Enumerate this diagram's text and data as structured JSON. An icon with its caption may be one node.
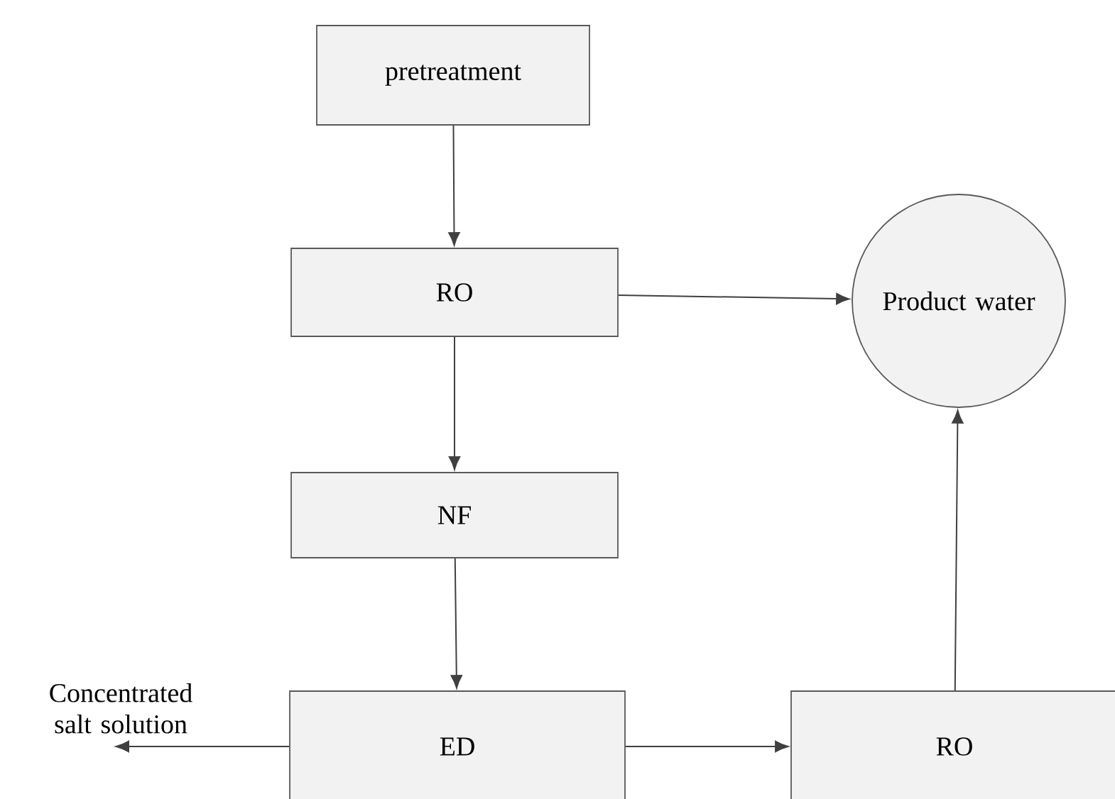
{
  "diagram": {
    "nodes": [
      {
        "text": [
          "pretreatment"
        ]
      },
      {
        "text": [
          "RO"
        ]
      },
      {
        "text": [
          "Product water"
        ]
      },
      {
        "text": [
          "NF"
        ]
      },
      {
        "text": [
          "ED"
        ]
      },
      {
        "text": [
          "RO"
        ]
      }
    ],
    "edges": [
      {
        "from": 0,
        "to": 1,
        "arrow": "to"
      },
      {
        "from": 1,
        "to": 2,
        "arrow": "to"
      },
      {
        "from": 1,
        "to": 3,
        "arrow": "to"
      },
      {
        "from": 3,
        "to": 4,
        "arrow": "to"
      },
      {
        "from": 4,
        "to": null,
        "arrow": "to",
        "label": "Concentrated salt solution"
      },
      {
        "from": 4,
        "to": 5,
        "arrow": "to"
      },
      {
        "from": 5,
        "to": 2,
        "arrow": "to"
      }
    ]
  }
}
